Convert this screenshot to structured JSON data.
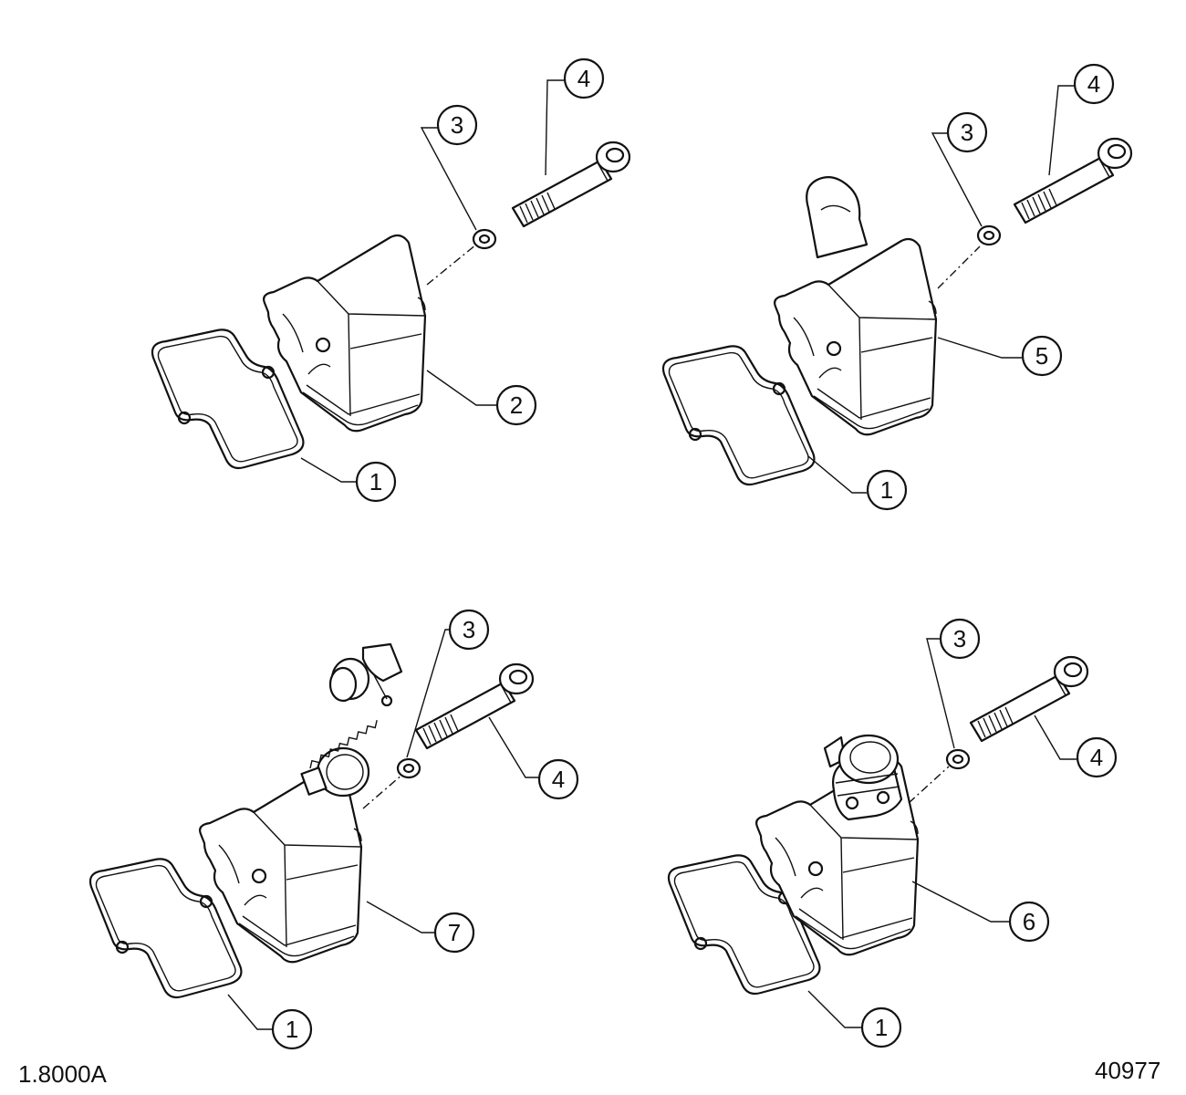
{
  "callout_numbers": {
    "gasket": "1",
    "cover_plain": "2",
    "washer": "3",
    "screw": "4",
    "cover_with_breather": "5",
    "cover_with_oil_separator": "6",
    "cover_with_filler_cap": "7"
  },
  "reference_left": "1.8000A",
  "reference_right": "40977"
}
